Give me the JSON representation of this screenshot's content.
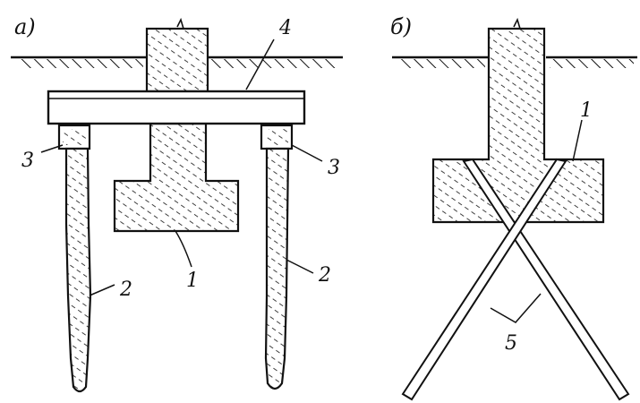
{
  "panels": {
    "a": {
      "label": "а)"
    },
    "b": {
      "label": "б)"
    }
  },
  "callouts": {
    "a_foundation": "1",
    "a_pile_left": "2",
    "a_pile_right": "2",
    "a_cap_left": "3",
    "a_cap_right": "3",
    "a_beam": "4",
    "b_foundation": "1",
    "b_struts": "5"
  },
  "colors": {
    "ink": "#111111",
    "background": "#ffffff"
  }
}
